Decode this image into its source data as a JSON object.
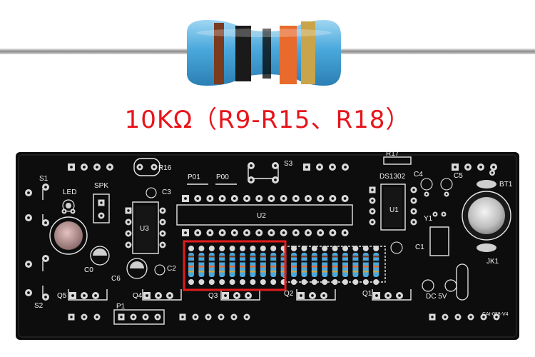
{
  "caption": "10KΩ（R9-R15、R18）",
  "pcb": {
    "labels": {
      "s1": "S1",
      "s2": "S2",
      "led": "LED",
      "spk": "SPK",
      "r16": "R16",
      "c3": "C3",
      "p01": "P01",
      "p00": "P00",
      "s3": "S3",
      "r17": "R17",
      "ds1302": "DS1302",
      "c4": "C4",
      "c5": "C5",
      "bt1": "BT1",
      "u3": "U3",
      "u2": "U2",
      "u1": "U1",
      "y1": "Y1",
      "c1": "C1",
      "c0": "C0",
      "c6": "C6",
      "c2": "C2",
      "jk1": "JK1",
      "q5": "Q5",
      "q4": "Q4",
      "q3": "Q3",
      "q2": "Q2",
      "q1": "Q1",
      "p1": "P1",
      "dc5v": "DC  5V",
      "model": "CAI-088-V4"
    }
  },
  "colors": {
    "caption": "#e8141b",
    "pcb": "#0d0d0d",
    "highlight": "#e31b1b",
    "resistor_body": "#5fb4e0"
  }
}
